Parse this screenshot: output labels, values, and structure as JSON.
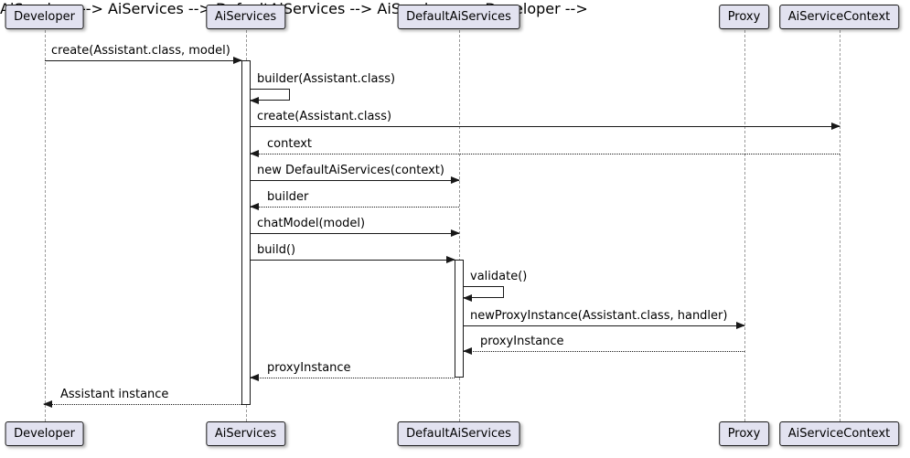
{
  "diagram": {
    "type": "uml-sequence",
    "participants": [
      {
        "name": "Developer"
      },
      {
        "name": "AiServices"
      },
      {
        "name": "DefaultAiServices"
      },
      {
        "name": "Proxy"
      },
      {
        "name": "AiServiceContext"
      }
    ],
    "messages": [
      {
        "label": "create(Assistant.class, model)",
        "from": "Developer",
        "to": "AiServices",
        "type": "solid"
      },
      {
        "label": "builder(Assistant.class)",
        "from": "AiServices",
        "to": "AiServices",
        "type": "self"
      },
      {
        "label": "create(Assistant.class)",
        "from": "AiServices",
        "to": "AiServiceContext",
        "type": "solid"
      },
      {
        "label": "context",
        "from": "AiServiceContext",
        "to": "AiServices",
        "type": "return"
      },
      {
        "label": "new DefaultAiServices(context)",
        "from": "AiServices",
        "to": "DefaultAiServices",
        "type": "solid"
      },
      {
        "label": "builder",
        "from": "DefaultAiServices",
        "to": "AiServices",
        "type": "return"
      },
      {
        "label": "chatModel(model)",
        "from": "AiServices",
        "to": "DefaultAiServices",
        "type": "solid"
      },
      {
        "label": "build()",
        "from": "AiServices",
        "to": "DefaultAiServices",
        "type": "solid"
      },
      {
        "label": "validate()",
        "from": "DefaultAiServices",
        "to": "DefaultAiServices",
        "type": "self"
      },
      {
        "label": "newProxyInstance(Assistant.class, handler)",
        "from": "DefaultAiServices",
        "to": "Proxy",
        "type": "solid"
      },
      {
        "label": "proxyInstance",
        "from": "Proxy",
        "to": "DefaultAiServices",
        "type": "return"
      },
      {
        "label": "proxyInstance",
        "from": "DefaultAiServices",
        "to": "AiServices",
        "type": "return"
      },
      {
        "label": "Assistant instance",
        "from": "AiServices",
        "to": "Developer",
        "type": "return"
      }
    ],
    "colors": {
      "participant_fill": "#E2E2F0",
      "participant_border": "#181818",
      "lifeline": "#999999",
      "message_line": "#181818",
      "activation_fill": "#FFFFFF",
      "background": "#FFFFFF"
    }
  }
}
